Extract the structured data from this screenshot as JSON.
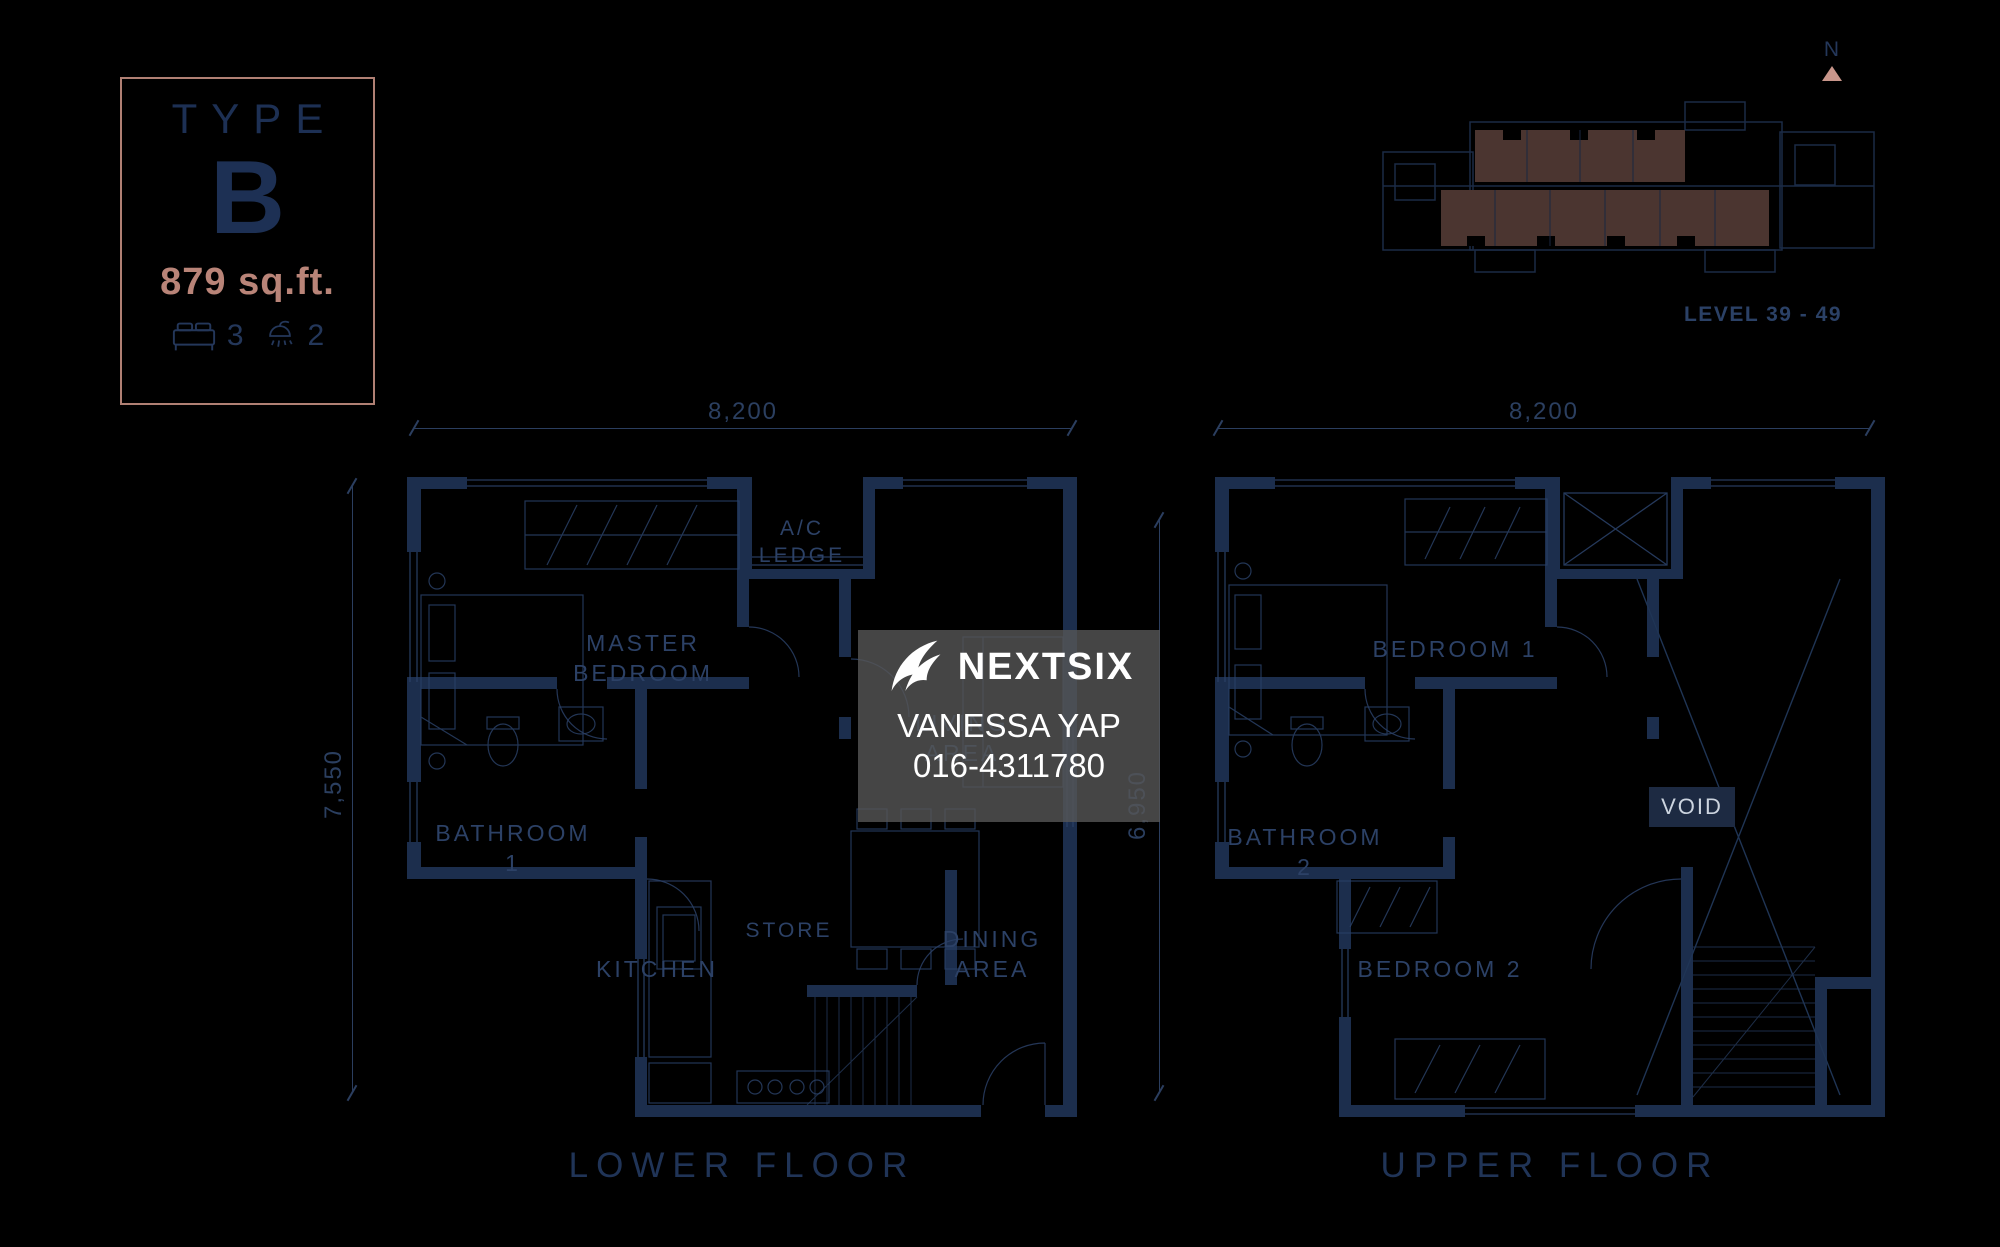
{
  "badge": {
    "label": "TYPE",
    "unit_type": "B",
    "area": "879 sq.ft.",
    "bedrooms": "3",
    "bathrooms": "2"
  },
  "key_plan": {
    "level": "LEVEL 39 - 49",
    "compass": "N",
    "highlight_color": "#4b3530"
  },
  "watermark": {
    "brand": "NEXTSIX",
    "agent": "VANESSA YAP",
    "phone": "016-4311780"
  },
  "dimensions": {
    "lower_width": "8,200",
    "lower_depth": "7,550",
    "upper_width": "8,200",
    "upper_depth": "6,950"
  },
  "lower_floor": {
    "title": "LOWER FLOOR",
    "rooms": {
      "master": "MASTER\nBEDROOM",
      "ac_ledge": "A/C\nLEDGE",
      "living": "LIVING\nAREA",
      "bathroom1": "BATHROOM 1",
      "kitchen": "KITCHEN",
      "store": "STORE",
      "dining": "DINING\nAREA"
    }
  },
  "upper_floor": {
    "title": "UPPER FLOOR",
    "rooms": {
      "bedroom1": "BEDROOM 1",
      "bathroom2": "BATHROOM 2",
      "bedroom2": "BEDROOM 2",
      "void": "VOID"
    }
  },
  "colors": {
    "background": "#000000",
    "wall": "#1c2e4d",
    "thin_line": "#2a4066",
    "room_label": "#2c4166",
    "accent_salmon": "#b98478",
    "watermark_bg": "rgba(86,86,86,0.8)",
    "void_badge_bg": "#1d2a42"
  }
}
